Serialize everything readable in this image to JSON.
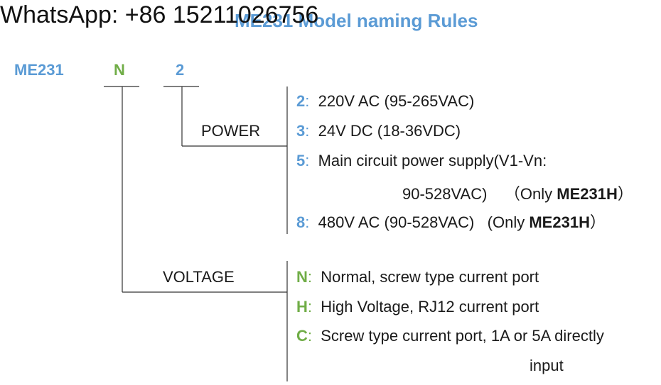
{
  "watermark": "WhatsApp: +86 15211026756",
  "title": "ME231 Model naming Rules",
  "model": {
    "base": "ME231",
    "voltage_code": "N",
    "power_code": "2"
  },
  "power": {
    "label": "POWER",
    "options": [
      {
        "key": "2",
        "text": "220V AC (95-265VAC)"
      },
      {
        "key": "3",
        "text": "24V DC (18-36VDC)"
      },
      {
        "key": "5",
        "text": "Main circuit power supply(V1-Vn:",
        "cont": "90-528VAC)",
        "note_prefix": "（Only ",
        "note_bold": "ME231H",
        "note_suffix": "）"
      },
      {
        "key": "8",
        "text": "480V AC (90-528VAC)",
        "note_prefix": "(Only ",
        "note_bold": "ME231H",
        "note_suffix": "）"
      }
    ]
  },
  "voltage": {
    "label": "VOLTAGE",
    "options": [
      {
        "key": "N",
        "text": "Normal, screw type current port"
      },
      {
        "key": "H",
        "text": "High Voltage, RJ12 current port"
      },
      {
        "key": "C",
        "text": "Screw type current port, 1A or 5A directly",
        "cont": "input"
      }
    ]
  },
  "colors": {
    "blue": "#5b9bd5",
    "green": "#70ad47"
  }
}
